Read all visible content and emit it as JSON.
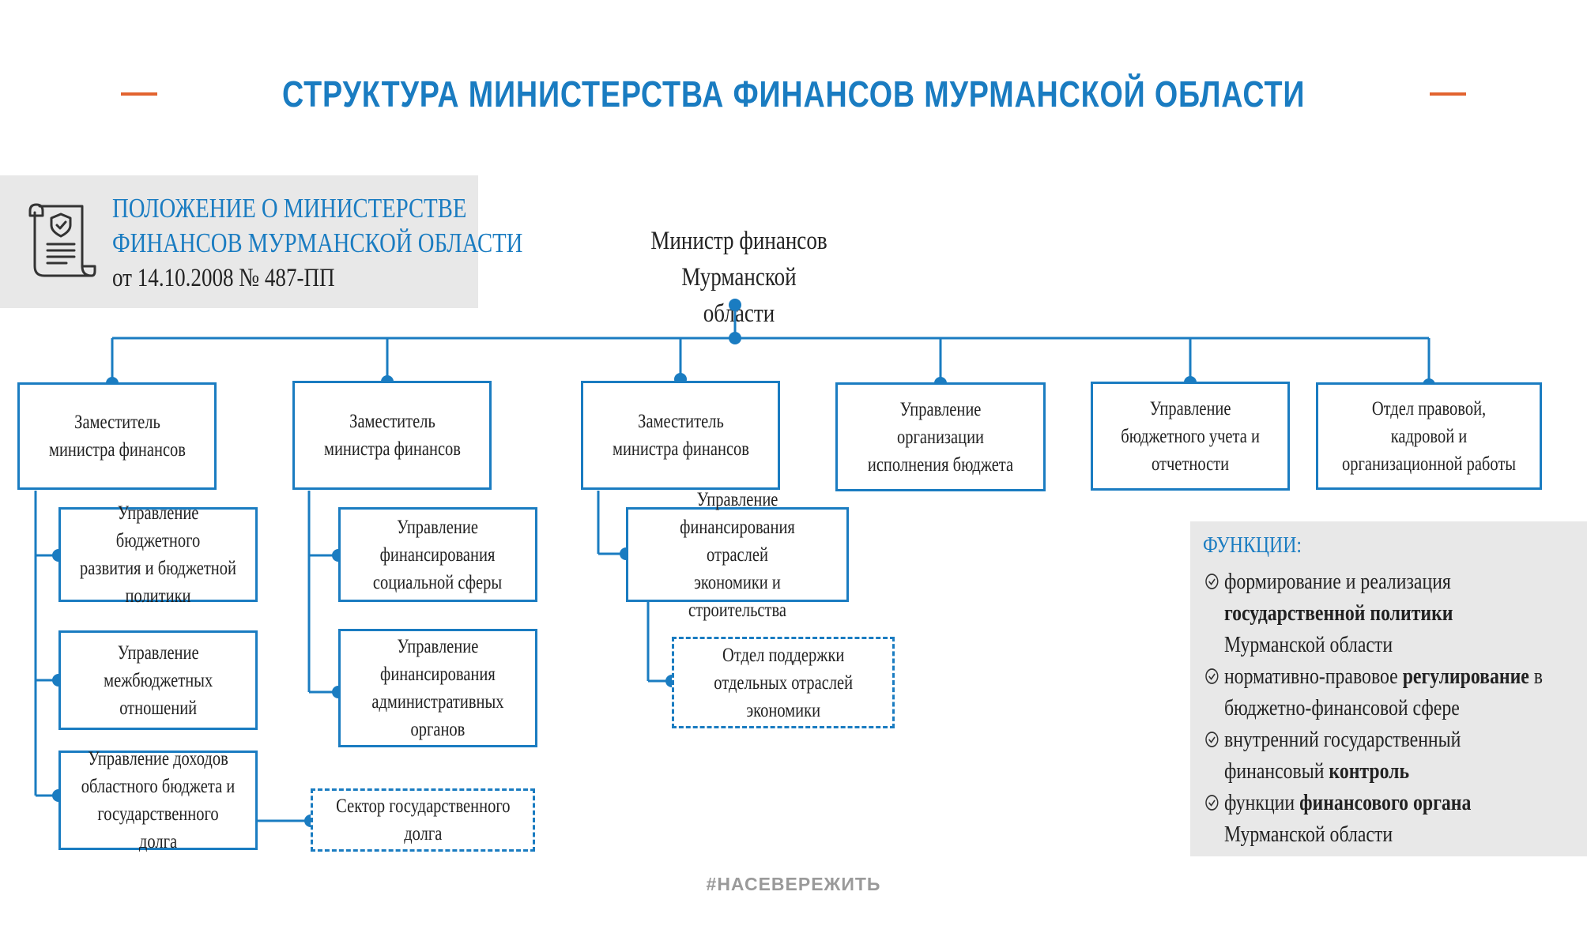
{
  "title": "СТРУКТУРА МИНИСТЕРСТВА ФИНАНСОВ МУРМАНСКОЙ ОБЛАСТИ",
  "regulation": {
    "line1": "ПОЛОЖЕНИЕ О МИНИСТЕРСТВЕ",
    "line2": "ФИНАНСОВ МУРМАНСКОЙ ОБЛАСТИ",
    "date": "от 14.10.2008 № 487-ПП",
    "icon": "document-shield-icon"
  },
  "minister": {
    "line1": "Министр финансов",
    "line2": "Мурманской области"
  },
  "top_boxes": [
    {
      "label": "Заместитель\nминистра финансов"
    },
    {
      "label": "Заместитель\nминистра финансов"
    },
    {
      "label": "Заместитель\nминистра финансов"
    },
    {
      "label": "Управление организации\nисполнения бюджета"
    },
    {
      "label": "Управление\nбюджетного учета и\nотчетности"
    },
    {
      "label": "Отдел правовой, кадровой и\nорганизационной работы"
    }
  ],
  "sub_boxes": {
    "dep1_1": "Управление бюджетного\nразвития и бюджетной\nполитики",
    "dep1_2": "Управление\nмежбюджетных\nотношений",
    "dep1_3": "Управление доходов\nобластного бюджета и\nгосударственного долга",
    "dep1_3_sector": "Сектор государственного\nдолга",
    "dep2_1": "Управление\nфинансирования\nсоциальной сферы",
    "dep2_2": "Управление\nфинансирования\nадминистративных\nорганов",
    "dep3_1": "Управление\nфинансирования отраслей\nэкономики и строительства",
    "dep3_1_dept": "Отдел поддержки\nотдельных отраслей\nэкономики"
  },
  "functions": {
    "title": "ФУНКЦИИ:",
    "items": [
      {
        "l1_pre": "формирование и реализация",
        "l2_bold": "государственной политики",
        "l3": "Мурманской области"
      },
      {
        "l1_pre": "нормативно-правовое ",
        "l1_bold": "регулирование",
        "l1_post": " в",
        "l2": "бюджетно-финансовой сфере"
      },
      {
        "l1_pre": "внутренний государственный",
        "l2_pre": "финансовый ",
        "l2_bold": "контроль"
      },
      {
        "l1_pre": "функции ",
        "l1_bold": "финансового органа",
        "l2": "Мурманской области"
      }
    ]
  },
  "hashtag": "#НАСЕВЕРЕЖИТЬ",
  "colors": {
    "accent": "#1a7cc1",
    "dash": "#e2632f",
    "panel": "#e8e8e8"
  }
}
